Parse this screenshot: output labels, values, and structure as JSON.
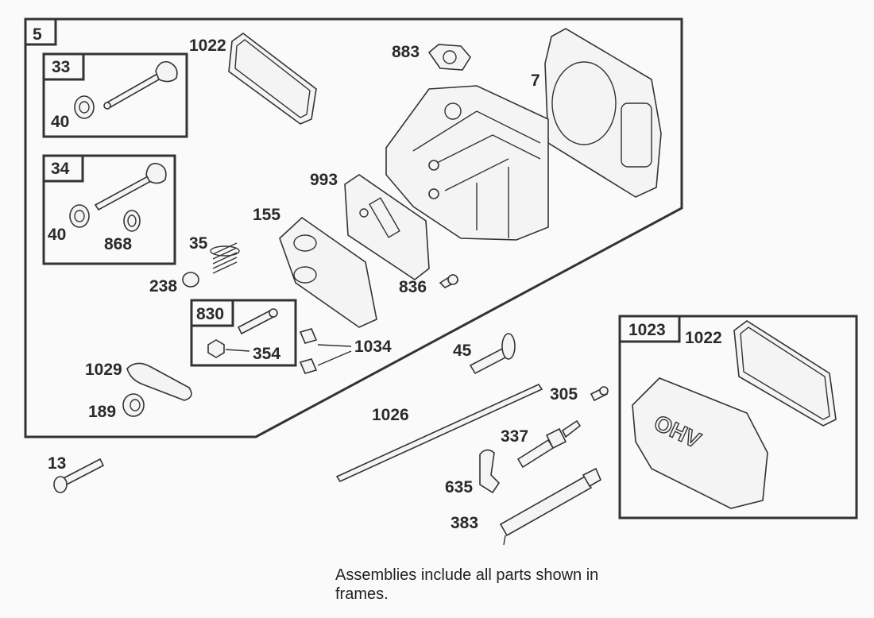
{
  "frames": {
    "main": "5",
    "intake_valve": "33",
    "exhaust_valve": "34",
    "rocker_stud": "830",
    "valve_cover": "1023"
  },
  "labels": {
    "seal_a": "40",
    "seal_b": "40",
    "rotator": "868",
    "gasket_breather": "1022",
    "gasket_intake": "883",
    "head_gasket": "7",
    "gasket_plate": "993",
    "breather_plate": "155",
    "spring": "35",
    "cap": "238",
    "screw_836": "836",
    "nut": "354",
    "guide": "1034",
    "rocker": "1029",
    "ball": "189",
    "tappet": "45",
    "screw_305": "305",
    "pushrod": "1026",
    "spark_plug": "337",
    "bolt": "13",
    "boot": "635",
    "tool": "383",
    "cover_gasket": "1022"
  },
  "note": {
    "line1": "Assemblies include all parts shown in",
    "line2": "frames."
  },
  "cover_text": "OHV"
}
